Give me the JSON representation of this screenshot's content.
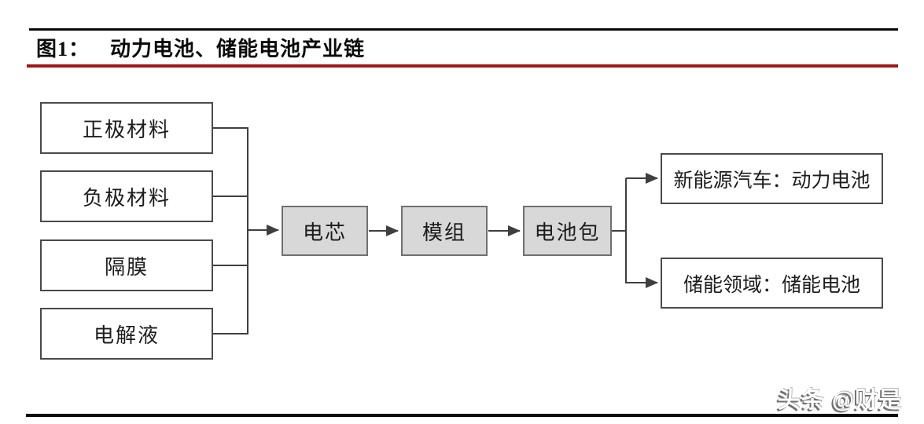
{
  "figure": {
    "label": "图1：",
    "title": "动力电池、储能电池产业链"
  },
  "chain": {
    "materials": [
      "正极材料",
      "负极材料",
      "隔膜",
      "电解液"
    ],
    "process": [
      "电芯",
      "模组",
      "电池包"
    ],
    "applications": [
      "新能源汽车：动力电池",
      "储能领域：储能电池"
    ]
  },
  "watermark": "头条 @财是",
  "colors": {
    "rule_black": "#0A0A0A",
    "title_rule_red": "#A01518",
    "box_border_dark": "#4A4A4A",
    "process_box_fill": "#D8D8D8",
    "process_box_border": "#707070",
    "connector_line": "#3F3F3F",
    "watermark_text": "#FFFFFF"
  }
}
